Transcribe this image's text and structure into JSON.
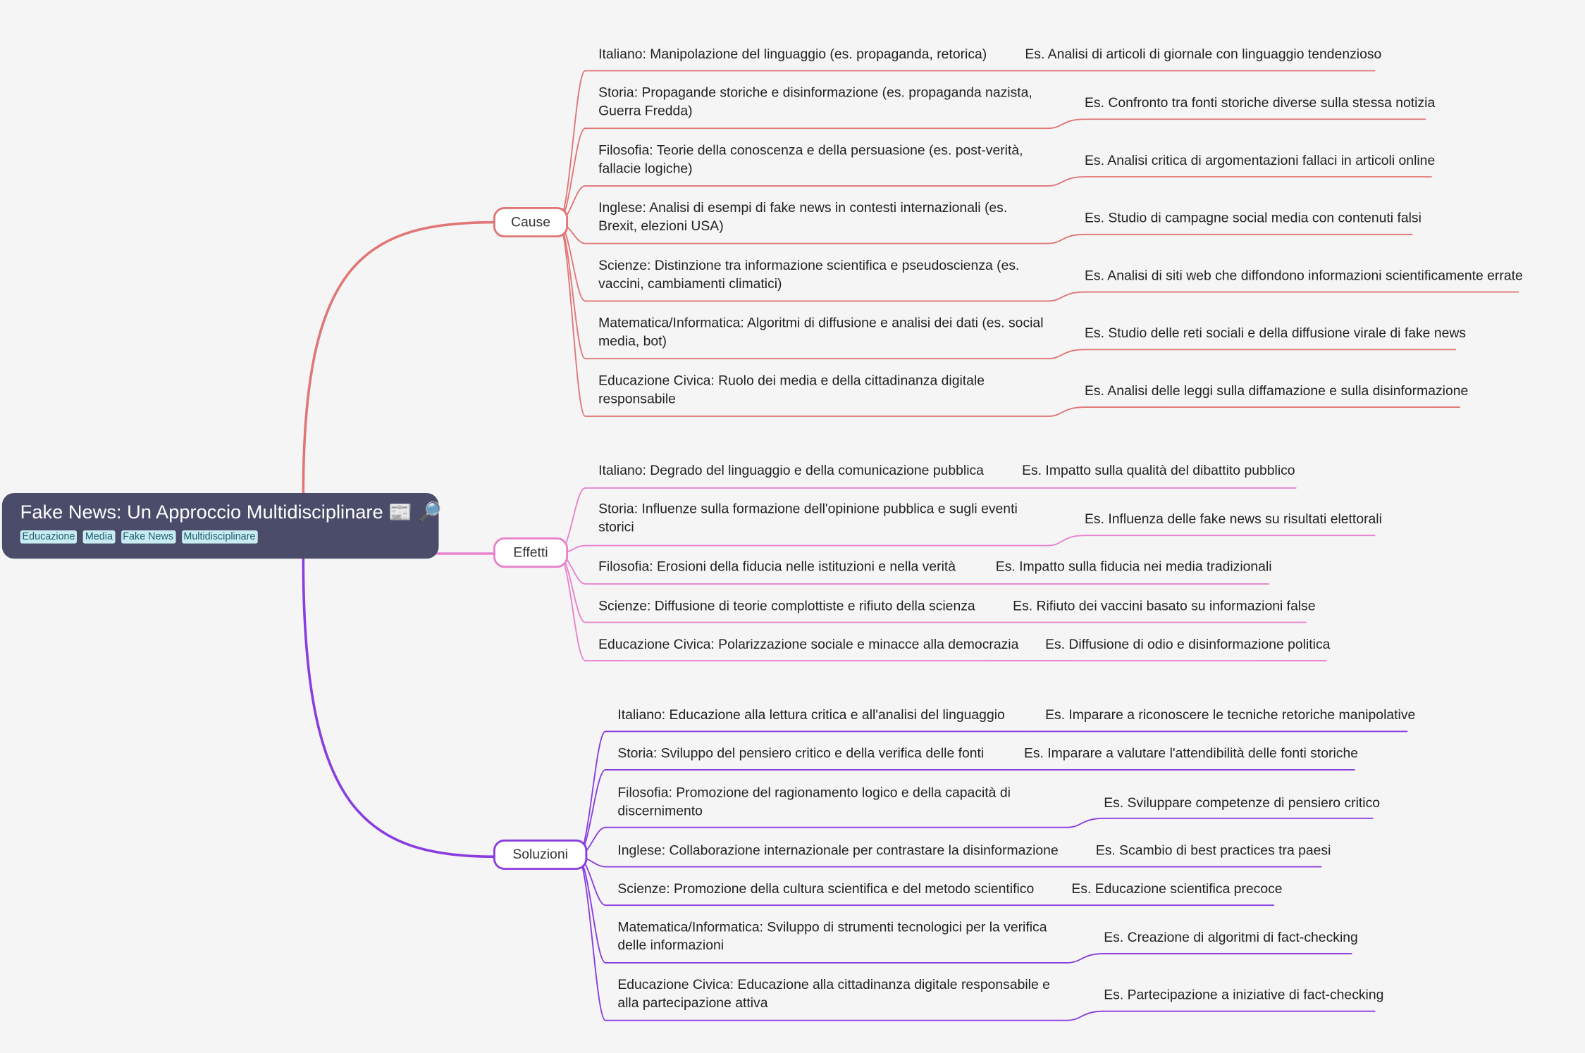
{
  "root": {
    "title": "Fake News: Un Approccio Multidisciplinare 📰 🔎",
    "tags": [
      "Educazione",
      "Media",
      "Fake News",
      "Multidisciplinare"
    ]
  },
  "colors": {
    "cause": "#e07676",
    "effetti": "#e882cc",
    "soluzioni": "#8a3ddf",
    "root": "#4a4c6a"
  },
  "branches": [
    {
      "label": "Cause",
      "items": [
        {
          "text": "Italiano: Manipolazione del linguaggio (es. propaganda, retorica)",
          "example": "Es. Analisi di articoli di giornale con linguaggio tendenzioso"
        },
        {
          "text": "Storia: Propagande storiche e disinformazione (es. propaganda nazista, Guerra Fredda)",
          "example": "Es. Confronto tra fonti storiche diverse sulla stessa notizia"
        },
        {
          "text": "Filosofia: Teorie della conoscenza e della persuasione (es. post-verità, fallacie logiche)",
          "example": "Es. Analisi critica di argomentazioni fallaci in articoli online"
        },
        {
          "text": "Inglese: Analisi di esempi di fake news in contesti internazionali (es. Brexit, elezioni USA)",
          "example": "Es. Studio di campagne social media con contenuti falsi"
        },
        {
          "text": "Scienze: Distinzione tra informazione scientifica e pseudoscienza (es. vaccini, cambiamenti climatici)",
          "example": "Es. Analisi di siti web che diffondono informazioni scientificamente errate"
        },
        {
          "text": "Matematica/Informatica: Algoritmi di diffusione e analisi dei dati (es. social media, bot)",
          "example": "Es. Studio delle reti sociali e della diffusione virale di fake news"
        },
        {
          "text": "Educazione Civica: Ruolo dei media e della cittadinanza digitale responsabile",
          "example": "Es. Analisi delle leggi sulla diffamazione e sulla disinformazione"
        }
      ]
    },
    {
      "label": "Effetti",
      "items": [
        {
          "text": "Italiano: Degrado del linguaggio e della comunicazione pubblica",
          "example": "Es. Impatto sulla qualità del dibattito pubblico"
        },
        {
          "text": "Storia: Influenze sulla formazione dell'opinione pubblica e sugli eventi storici",
          "example": "Es. Influenza delle fake news su risultati elettorali"
        },
        {
          "text": "Filosofia: Erosioni della fiducia nelle istituzioni e nella verità",
          "example": "Es. Impatto sulla fiducia nei media tradizionali"
        },
        {
          "text": "Scienze: Diffusione di teorie complottiste e rifiuto della scienza",
          "example": "Es. Rifiuto dei vaccini basato su informazioni false"
        },
        {
          "text": "Educazione Civica: Polarizzazione sociale e minacce alla democrazia",
          "example": "Es. Diffusione di odio e disinformazione politica"
        }
      ]
    },
    {
      "label": "Soluzioni",
      "items": [
        {
          "text": "Italiano: Educazione alla lettura critica e all'analisi del linguaggio",
          "example": "Es. Imparare a riconoscere le tecniche retoriche manipolative"
        },
        {
          "text": "Storia: Sviluppo del pensiero critico e della verifica delle fonti",
          "example": "Es. Imparare a valutare l'attendibilità delle fonti storiche"
        },
        {
          "text": "Filosofia: Promozione del ragionamento logico e della capacità di discernimento",
          "example": "Es. Sviluppare competenze di pensiero critico"
        },
        {
          "text": "Inglese: Collaborazione internazionale per contrastare la disinformazione",
          "example": "Es. Scambio di best practices tra paesi"
        },
        {
          "text": "Scienze: Promozione della cultura scientifica e del metodo scientifico",
          "example": "Es. Educazione scientifica precoce"
        },
        {
          "text": "Matematica/Informatica: Sviluppo di strumenti tecnologici per la verifica delle informazioni",
          "example": "Es. Creazione di algoritmi di fact-checking"
        },
        {
          "text": "Educazione Civica: Educazione alla cittadinanza digitale responsabile e alla partecipazione attiva",
          "example": "Es. Partecipazione a iniziative di fact-checking"
        }
      ]
    }
  ]
}
